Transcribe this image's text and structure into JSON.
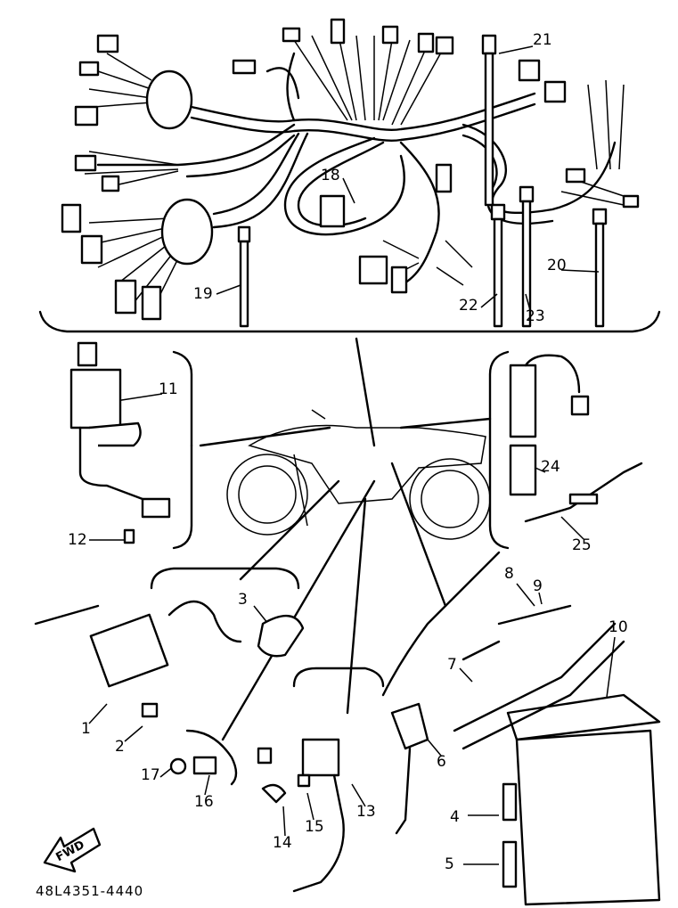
{
  "diagram": {
    "part_numbers": {
      "p1": "1",
      "p2": "2",
      "p3": "3",
      "p4": "4",
      "p5": "5",
      "p6": "6",
      "p7": "7",
      "p8": "8",
      "p9": "9",
      "p10": "10",
      "p11": "11",
      "p12": "12",
      "p13": "13",
      "p14": "14",
      "p15": "15",
      "p16": "16",
      "p17": "17",
      "p18": "18",
      "p19": "19",
      "p20": "20",
      "p21": "21",
      "p22": "22",
      "p23": "23",
      "p24": "24",
      "p25": "25"
    },
    "fwd_label": "FWD",
    "drawing_code": "48L4351-4440"
  }
}
